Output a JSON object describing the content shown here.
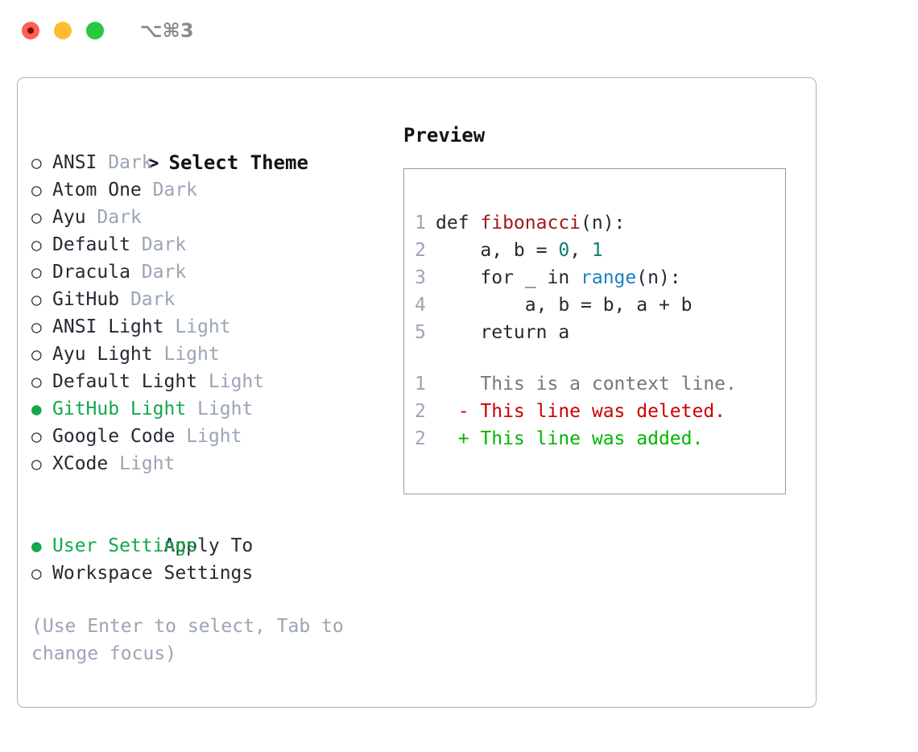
{
  "titlebar": {
    "shortcut": "⌥⌘3",
    "lights": [
      {
        "name": "close",
        "color": "#ff5f57"
      },
      {
        "name": "minimize",
        "color": "#ffbd2e"
      },
      {
        "name": "maximize",
        "color": "#28c840"
      }
    ]
  },
  "theme_list": {
    "header_marker": ">",
    "header_label": "Select Theme",
    "marker_selected": "●",
    "marker_unselected": "○",
    "selected_color": "#10a94c",
    "badge_color": "#9aa5b5",
    "items": [
      {
        "name": "ANSI",
        "badge": "Dark",
        "selected": false
      },
      {
        "name": "Atom One",
        "badge": "Dark",
        "selected": false
      },
      {
        "name": "Ayu",
        "badge": "Dark",
        "selected": false
      },
      {
        "name": "Default",
        "badge": "Dark",
        "selected": false
      },
      {
        "name": "Dracula",
        "badge": "Dark",
        "selected": false
      },
      {
        "name": "GitHub",
        "badge": "Dark",
        "selected": false
      },
      {
        "name": "ANSI Light",
        "badge": "Light",
        "selected": false
      },
      {
        "name": "Ayu Light",
        "badge": "Light",
        "selected": false
      },
      {
        "name": "Default Light",
        "badge": "Light",
        "selected": false
      },
      {
        "name": "GitHub Light",
        "badge": "Light",
        "selected": true
      },
      {
        "name": "Google Code",
        "badge": "Light",
        "selected": false
      },
      {
        "name": "XCode",
        "badge": "Light",
        "selected": false
      }
    ]
  },
  "apply_to": {
    "header_label": "Apply To",
    "items": [
      {
        "name": "User Settings",
        "selected": true
      },
      {
        "name": "Workspace Settings",
        "selected": false
      }
    ]
  },
  "hint": "(Use Enter to select, Tab to change focus)",
  "preview": {
    "title": "Preview",
    "code_lines": [
      {
        "num": "1",
        "segments": [
          {
            "text": "def ",
            "kind": "plain"
          },
          {
            "text": "fibonacci",
            "kind": "func"
          },
          {
            "text": "(n):",
            "kind": "plain"
          }
        ]
      },
      {
        "num": "2",
        "segments": [
          {
            "text": "    a, b = ",
            "kind": "plain"
          },
          {
            "text": "0",
            "kind": "num"
          },
          {
            "text": ", ",
            "kind": "plain"
          },
          {
            "text": "1",
            "kind": "num"
          }
        ]
      },
      {
        "num": "3",
        "segments": [
          {
            "text": "    for _ in ",
            "kind": "plain"
          },
          {
            "text": "range",
            "kind": "call"
          },
          {
            "text": "(n):",
            "kind": "plain"
          }
        ]
      },
      {
        "num": "4",
        "segments": [
          {
            "text": "        a, b = b, a + b",
            "kind": "plain"
          }
        ]
      },
      {
        "num": "5",
        "segments": [
          {
            "text": "    return a",
            "kind": "plain"
          }
        ]
      }
    ],
    "diff_lines": [
      {
        "num": "1",
        "sign": "  ",
        "text": "This is a context line.",
        "kind": "context"
      },
      {
        "num": "2",
        "sign": "- ",
        "text": "This line was deleted.",
        "kind": "deleted"
      },
      {
        "num": "2",
        "sign": "+ ",
        "text": "This line was added.",
        "kind": "added"
      }
    ],
    "colors": {
      "function": "#a01a18",
      "number": "#0d8074",
      "call": "#1782c4",
      "diff_context": "#777777",
      "diff_deleted": "#cc0000",
      "diff_added": "#00b600",
      "line_number": "#9aa5b5"
    }
  }
}
